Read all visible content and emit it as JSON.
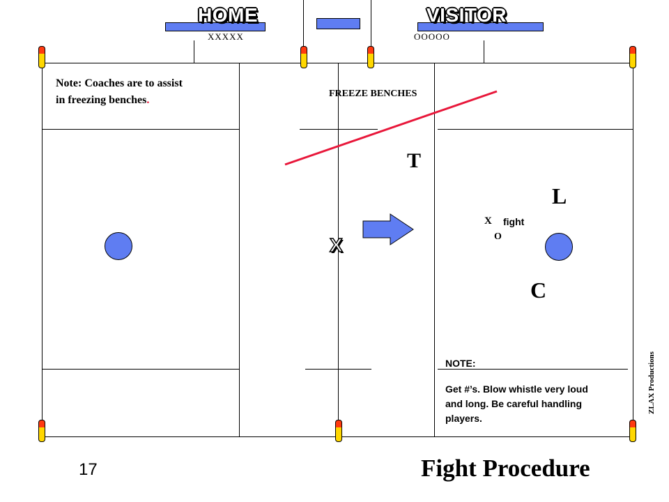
{
  "header": {
    "home_label": "HOME",
    "visitor_label": "VISITOR",
    "home_roster": "XXXXX",
    "visitor_roster": "OOOOO"
  },
  "notes": {
    "coaches_line1": "Note:  Coaches are to assist",
    "coaches_line2": "in freezing benches",
    "coaches_period": ".",
    "freeze_benches": "FREEZE BENCHES",
    "note_title": "NOTE:",
    "note_line1": "Get #’s.  Blow whistle very loud",
    "note_line2": "and long.  Be careful handling",
    "note_line3": "players."
  },
  "diagram": {
    "letter_t": "T",
    "letter_l": "L",
    "letter_c": "C",
    "letter_x": "X",
    "fight_x": "X",
    "fight_word": "fight",
    "fight_o": "O"
  },
  "footer": {
    "page_number": "17",
    "title": "Fight Procedure",
    "credit": "ZLAX  Productions"
  },
  "colors": {
    "bench_blue": "#5f7df2",
    "freeze_line_red": "#e8173a",
    "pylon_top": "#ff3a10",
    "pylon_body": "#ffd700"
  }
}
